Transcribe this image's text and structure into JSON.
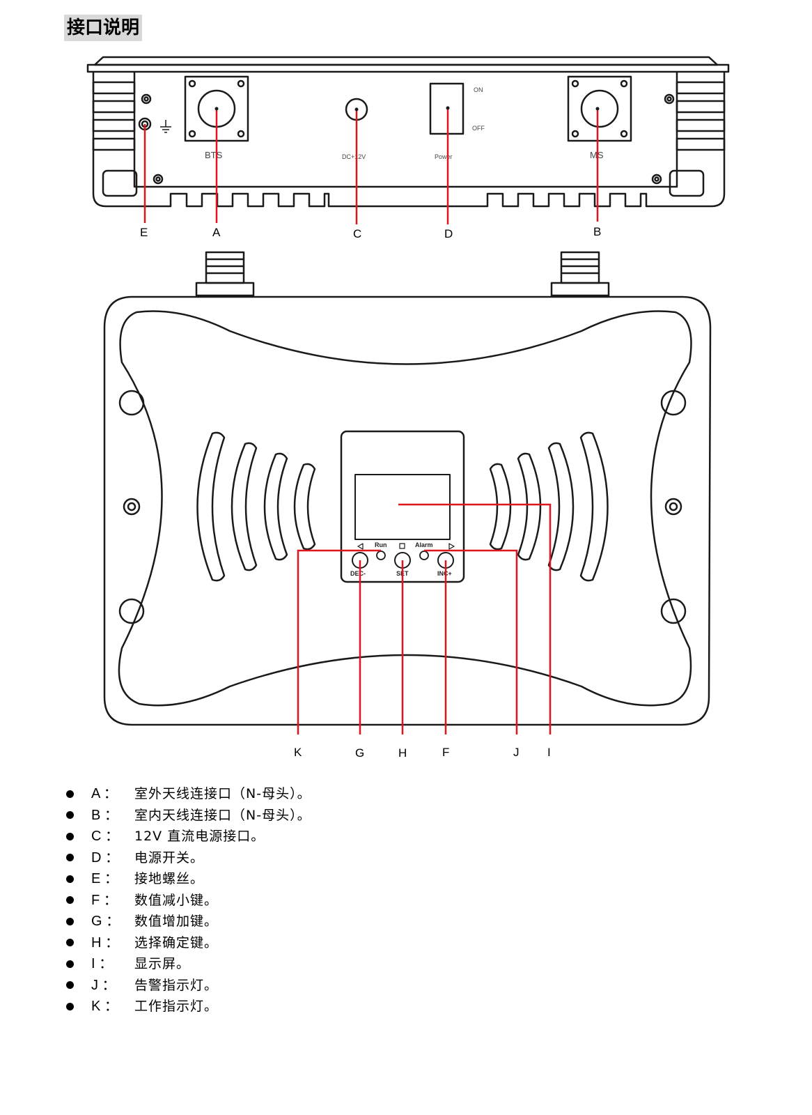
{
  "heading": "接口说明",
  "top_panel": {
    "ports": {
      "bts": "BTS",
      "dc": "DC+12V",
      "power": "Power",
      "ms": "MS"
    },
    "switch": {
      "on": "ON",
      "off": "OFF"
    },
    "callouts": [
      "E",
      "A",
      "C",
      "D",
      "B"
    ]
  },
  "front_panel": {
    "indicators": {
      "run": "Run",
      "alarm": "Alarm"
    },
    "buttons": {
      "dec": "DEC-",
      "set": "SET",
      "inc": "INC+"
    },
    "callouts": [
      "K",
      "G",
      "H",
      "F",
      "J",
      "I"
    ]
  },
  "legend": [
    {
      "letter": "A ：",
      "text": "室外天线连接口（N-母头）。"
    },
    {
      "letter": "B ：",
      "text": "室内天线连接口（N-母头）。"
    },
    {
      "letter": "C ：",
      "text": "12V 直流电源接口。"
    },
    {
      "letter": "D ：",
      "text": "电源开关。"
    },
    {
      "letter": "E ：",
      "text": "接地螺丝。"
    },
    {
      "letter": "F ：",
      "text": "数值减小键。"
    },
    {
      "letter": "G ：",
      "text": "数值增加键。"
    },
    {
      "letter": "H ：",
      "text": "选择确定键。"
    },
    {
      "letter": "I  ：",
      "text": "显示屏。"
    },
    {
      "letter": "J ：",
      "text": "告警指示灯。"
    },
    {
      "letter": "K ：",
      "text": "工作指示灯。"
    }
  ],
  "colors": {
    "callout_line": "#e0141e",
    "outline": "#1a1a1a"
  }
}
